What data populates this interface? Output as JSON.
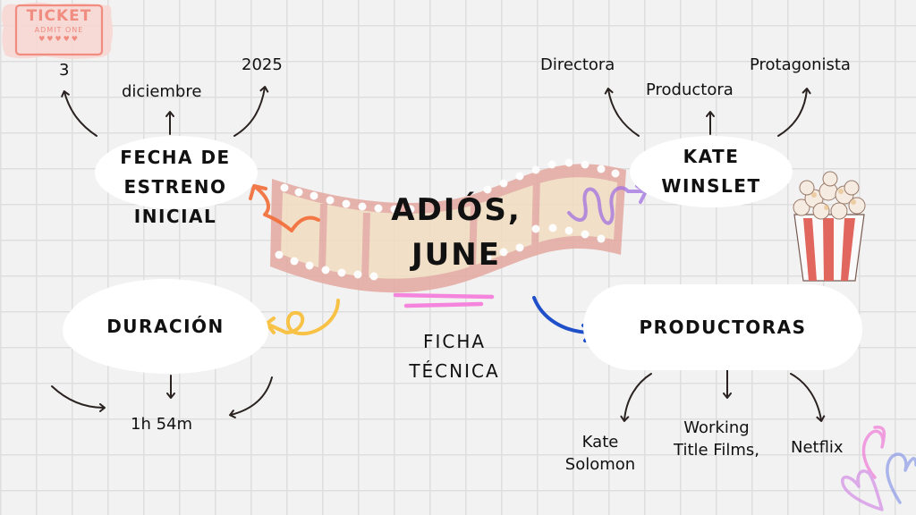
{
  "title": {
    "line1": "ADIÓS,",
    "line2": "JUNE"
  },
  "subtitle": {
    "line1": "FICHA",
    "line2": "TÉCNICA"
  },
  "decorations": {
    "ticket": {
      "title": "TICKET",
      "subtitle": "ADMIT ONE",
      "color": "#f08c80"
    },
    "film_strip": {
      "frame_color": "#e3a9a0",
      "fill_color": "#f2dcc0"
    },
    "popcorn": {
      "stripe_color": "#e0665e"
    },
    "hearts": {
      "colors": [
        "#f07ad8",
        "#8c9be8",
        "#d48ce6"
      ]
    }
  },
  "nodes": {
    "fecha": {
      "label_lines": [
        "FECHA DE",
        "ESTRENO",
        "INICIAL"
      ],
      "arrow_color": "#f26b35",
      "children": [
        "3",
        "diciembre",
        "2025"
      ]
    },
    "kate": {
      "label_lines": [
        "KATE",
        "WINSLET"
      ],
      "arrow_color": "#a070e0",
      "children": [
        "Directora",
        "Productora",
        "Protagonista"
      ]
    },
    "duracion": {
      "label_lines": [
        "DURACIÓN"
      ],
      "arrow_color": "#f7c245",
      "children": [
        "1h 54m"
      ]
    },
    "productoras": {
      "label_lines": [
        "PRODUCTORAS"
      ],
      "arrow_color": "#1f4fc9",
      "children": [
        {
          "line1": "Kate",
          "line2": "Solomon"
        },
        {
          "line1": "Working",
          "line2": "Title Films,"
        },
        {
          "line1": "Netflix",
          "line2": ""
        }
      ]
    }
  },
  "colors": {
    "background": "#f2f2f2",
    "grid": "#dedede",
    "ink": "#2a2220",
    "underline": "#f584dc"
  }
}
